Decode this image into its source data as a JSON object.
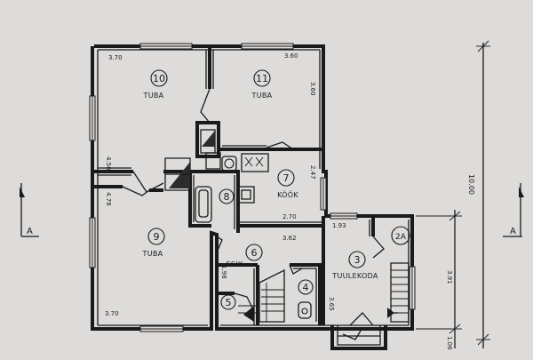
{
  "plan": {
    "rooms": [
      {
        "number": "10",
        "label": "TUBA"
      },
      {
        "number": "11",
        "label": "TUBA"
      },
      {
        "number": "9",
        "label": "TUBA"
      },
      {
        "number": "7",
        "label": "KÖÖK"
      },
      {
        "number": "8",
        "label": ""
      },
      {
        "number": "6",
        "label": "ESIK"
      },
      {
        "number": "3",
        "label": "TUULEKODA"
      },
      {
        "number": "4",
        "label": ""
      },
      {
        "number": "5",
        "label": ""
      },
      {
        "number": "2A",
        "label": ""
      }
    ],
    "dimensions": {
      "room10_width": "3.70",
      "room11_width": "3.60",
      "room11_depth": "3.60",
      "room10_depth": "4.56",
      "room9_depth": "4.78",
      "room9_width": "3.70",
      "kitchen_depth": "2.47",
      "kitchen_width": "2.70",
      "hall_width": "3.62",
      "stair_width": "1.93",
      "esik_depth": "1.98",
      "porch_depth": "3.65",
      "total_length": "10.00",
      "porch_length": "3.91",
      "step": "1.06"
    },
    "section_markers": {
      "left": "A",
      "right": "A"
    }
  }
}
